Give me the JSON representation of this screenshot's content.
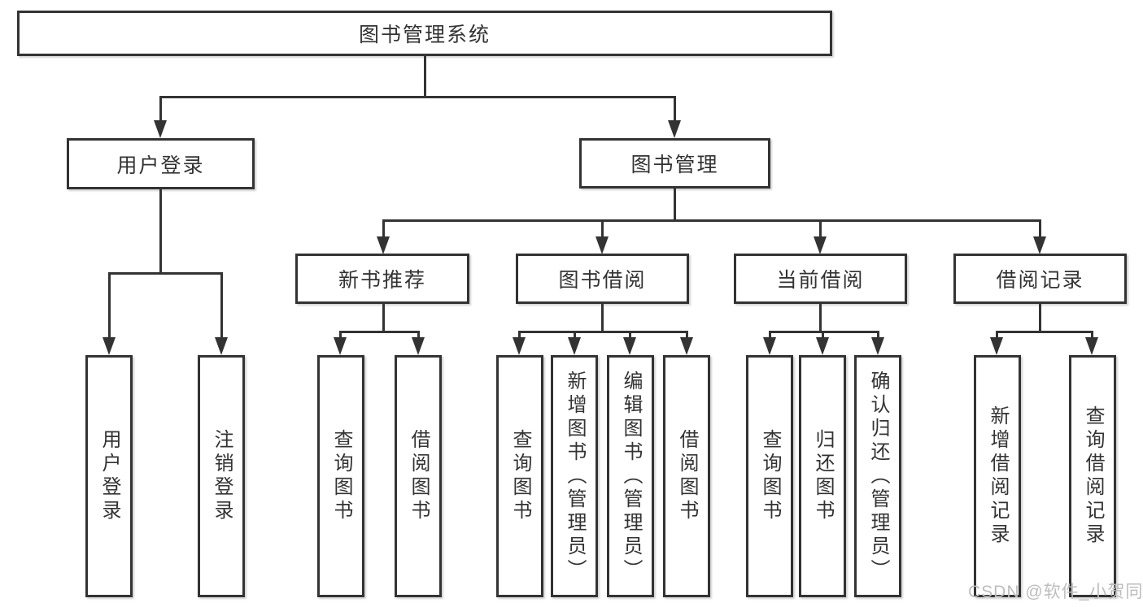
{
  "diagram_title": "图书管理系统",
  "tree": {
    "root": {
      "label": "图书管理系统"
    },
    "branches": [
      {
        "label": "用户登录",
        "children": [
          "用户登录",
          "注销登录"
        ]
      },
      {
        "label": "图书管理",
        "groups": [
          {
            "label": "新书推荐",
            "children": [
              "查询图书",
              "借阅图书"
            ]
          },
          {
            "label": "图书借阅",
            "children": [
              "查询图书",
              "新增图书（管理员）",
              "编辑图书（管理员）",
              "借阅图书"
            ]
          },
          {
            "label": "当前借阅",
            "children": [
              "查询图书",
              "归还图书",
              "确认归还（管理员）"
            ]
          },
          {
            "label": "借阅记录",
            "children": [
              "新增借阅记录",
              "查询借阅记录"
            ]
          }
        ]
      }
    ]
  },
  "watermark": {
    "text": "CSDN @软件_小贺同学",
    "color": "#bdbdbd"
  },
  "colors": {
    "line": "#333333",
    "text": "#333333",
    "box_background": "#ffffff",
    "page_background": "#ffffff"
  }
}
